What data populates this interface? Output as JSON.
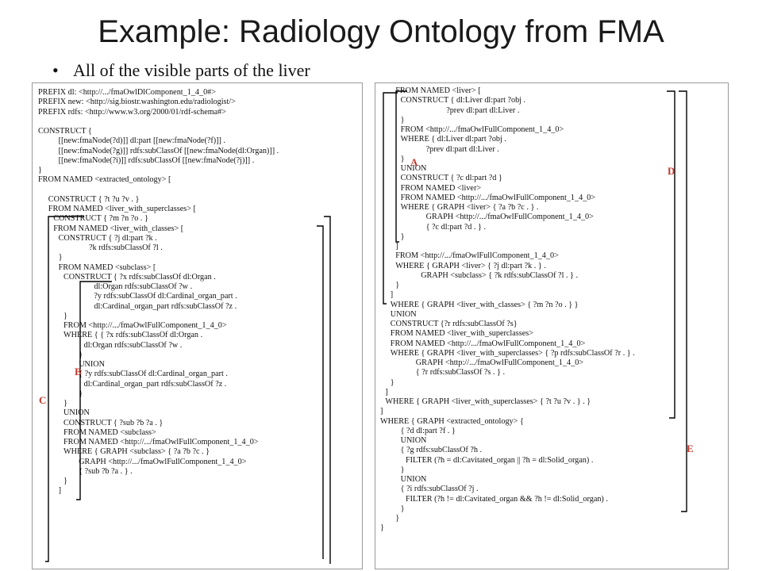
{
  "slide": {
    "title": "Example: Radiology Ontology from FMA",
    "bullet": "All of the visible parts of the liver"
  },
  "left_code": [
    {
      "indent": 0,
      "text": "PREFIX dl: <http://.../fmaOwlDlComponent_1_4_0#>"
    },
    {
      "indent": 0,
      "text": "PREFIX new: <http://sig.biostr.washington.edu/radiologist/>"
    },
    {
      "indent": 0,
      "text": "PREFIX rdfs: <http://www.w3.org/2000/01/rdf-schema#>"
    },
    {
      "indent": 0,
      "text": ""
    },
    {
      "indent": 0,
      "text": "CONSTRUCT {"
    },
    {
      "indent": 4,
      "text": "[[new:fmaNode(?d)]] dl:part [[new:fmaNode(?f)]] ."
    },
    {
      "indent": 4,
      "text": "[[new:fmaNode(?g)]] rdfs:subClassOf [[new:fmaNode(dl:Organ)]] ."
    },
    {
      "indent": 4,
      "text": "[[new:fmaNode(?i)]] rdfs:subClassOf [[new:fmaNode(?j)]] ."
    },
    {
      "indent": 0,
      "text": "}"
    },
    {
      "indent": 0,
      "text": "FROM NAMED <extracted_ontology> ["
    },
    {
      "indent": 0,
      "text": ""
    },
    {
      "indent": 2,
      "text": "CONSTRUCT { ?t ?u ?v . }"
    },
    {
      "indent": 2,
      "text": "FROM NAMED <liver_with_superclasses> ["
    },
    {
      "indent": 3,
      "text": "CONSTRUCT { ?m ?n ?o . }"
    },
    {
      "indent": 3,
      "text": "FROM NAMED <liver_with_classes> ["
    },
    {
      "indent": 4,
      "text": "CONSTRUCT { ?j dl:part ?k ."
    },
    {
      "indent": 10,
      "text": "?k rdfs:subClassOf ?l ."
    },
    {
      "indent": 4,
      "text": "}"
    },
    {
      "indent": 4,
      "text": "FROM NAMED <subclass> ["
    },
    {
      "indent": 5,
      "text": "CONSTRUCT { ?x rdfs:subClassOf dl:Organ ."
    },
    {
      "indent": 11,
      "text": "dl:Organ rdfs:subClassOf ?w ."
    },
    {
      "indent": 11,
      "text": "?y rdfs:subClassOf dl:Cardinal_organ_part ."
    },
    {
      "indent": 11,
      "text": "dl:Cardinal_organ_part rdfs:subClassOf ?z ."
    },
    {
      "indent": 5,
      "text": "}"
    },
    {
      "indent": 5,
      "text": "FROM <http://.../fmaOwlFullComponent_1_4_0>"
    },
    {
      "indent": 5,
      "text": "WHERE { { ?x rdfs:subClassOf dl:Organ ."
    },
    {
      "indent": 9,
      "text": "dl:Organ rdfs:subClassOf ?w ."
    },
    {
      "indent": 8,
      "text": "}"
    },
    {
      "indent": 8,
      "text": "UNION"
    },
    {
      "indent": 8,
      "text": "{ ?y rdfs:subClassOf dl:Cardinal_organ_part ."
    },
    {
      "indent": 9,
      "text": "dl:Cardinal_organ_part rdfs:subClassOf ?z ."
    },
    {
      "indent": 8,
      "text": "}"
    },
    {
      "indent": 5,
      "text": "}"
    },
    {
      "indent": 5,
      "text": "UNION"
    },
    {
      "indent": 5,
      "text": "CONSTRUCT { ?sub ?b ?a . }"
    },
    {
      "indent": 5,
      "text": "FROM NAMED <subclass>"
    },
    {
      "indent": 5,
      "text": "FROM NAMED <http://.../fmaOwlFullComponent_1_4_0>"
    },
    {
      "indent": 5,
      "text": "WHERE { GRAPH <subclass> { ?a ?b ?c . }"
    },
    {
      "indent": 8,
      "text": "GRAPH <http://.../fmaOwlFullComponent_1_4_0>"
    },
    {
      "indent": 8,
      "text": "{ ?sub ?b ?a . } ."
    },
    {
      "indent": 5,
      "text": "}"
    },
    {
      "indent": 4,
      "text": "]"
    }
  ],
  "right_code": [
    {
      "indent": 3,
      "text": "FROM NAMED <liver> ["
    },
    {
      "indent": 4,
      "text": "CONSTRUCT { dl:Liver dl:part ?obj ."
    },
    {
      "indent": 13,
      "text": "?prev dl:part dl:Liver ."
    },
    {
      "indent": 4,
      "text": "}"
    },
    {
      "indent": 4,
      "text": "FROM <http://.../fmaOwlFullComponent_1_4_0>"
    },
    {
      "indent": 4,
      "text": "WHERE { dl:Liver dl:part ?obj ."
    },
    {
      "indent": 9,
      "text": "?prev dl:part dl:Liver ."
    },
    {
      "indent": 4,
      "text": "}"
    },
    {
      "indent": 4,
      "text": "UNION"
    },
    {
      "indent": 4,
      "text": "CONSTRUCT { ?c dl:part ?d }"
    },
    {
      "indent": 4,
      "text": "FROM NAMED <liver>"
    },
    {
      "indent": 4,
      "text": "FROM NAMED <http://.../fmaOwlFullComponent_1_4_0>"
    },
    {
      "indent": 4,
      "text": "WHERE { GRAPH <liver> { ?a ?b ?c . } ."
    },
    {
      "indent": 9,
      "text": "GRAPH <http://.../fmaOwlFullComponent_1_4_0>"
    },
    {
      "indent": 9,
      "text": "{ ?c dl:part ?d . } ."
    },
    {
      "indent": 4,
      "text": "}"
    },
    {
      "indent": 3,
      "text": "]"
    },
    {
      "indent": 3,
      "text": "FROM <http://.../fmaOwlFullComponent_1_4_0>"
    },
    {
      "indent": 3,
      "text": "WHERE { GRAPH <liver> { ?j dl:part ?k . } ."
    },
    {
      "indent": 8,
      "text": "GRAPH <subclass> { ?k rdfs:subClassOf ?l . } ."
    },
    {
      "indent": 3,
      "text": "}"
    },
    {
      "indent": 2,
      "text": "]"
    },
    {
      "indent": 2,
      "text": "WHERE { GRAPH <liver_with_classes> { ?m ?n ?o . } }"
    },
    {
      "indent": 2,
      "text": "UNION"
    },
    {
      "indent": 2,
      "text": "CONSTRUCT {?r rdfs:subClassOf ?s}"
    },
    {
      "indent": 2,
      "text": "FROM NAMED <liver_with_superclasses>"
    },
    {
      "indent": 2,
      "text": "FROM NAMED <http://.../fmaOwlFullComponent_1_4_0>"
    },
    {
      "indent": 2,
      "text": "WHERE { GRAPH <liver_with_superclasses> { ?p rdfs:subClassOf ?r . } ."
    },
    {
      "indent": 7,
      "text": "GRAPH <http://.../fmaOwlFullComponent_1_4_0>"
    },
    {
      "indent": 7,
      "text": "{ ?r rdfs:subClassOf ?s . } ."
    },
    {
      "indent": 2,
      "text": "}"
    },
    {
      "indent": 1,
      "text": "]"
    },
    {
      "indent": 1,
      "text": "WHERE { GRAPH <liver_with_superclasses> { ?t ?u ?v . } . }"
    },
    {
      "indent": 0,
      "text": "]"
    },
    {
      "indent": 0,
      "text": "WHERE { GRAPH <extracted_ontology> {"
    },
    {
      "indent": 4,
      "text": "{ ?d dl:part ?f . }"
    },
    {
      "indent": 4,
      "text": "UNION"
    },
    {
      "indent": 4,
      "text": "{ ?g rdfs:subClassOf ?h ."
    },
    {
      "indent": 5,
      "text": "FILTER (?h = dl:Cavitated_organ || ?h = dl:Solid_organ) ."
    },
    {
      "indent": 4,
      "text": "}"
    },
    {
      "indent": 4,
      "text": "UNION"
    },
    {
      "indent": 4,
      "text": "{ ?i rdfs:subClassOf ?j ."
    },
    {
      "indent": 5,
      "text": "FILTER (?h != dl:Cavitated_organ && ?h != dl:Solid_organ) ."
    },
    {
      "indent": 4,
      "text": "}"
    },
    {
      "indent": 3,
      "text": "}"
    },
    {
      "indent": 0,
      "text": "}"
    }
  ],
  "labels": {
    "A": "A",
    "B": "B",
    "C": "C",
    "D": "D",
    "E": "E"
  },
  "colors": {
    "label": "#c0392b",
    "border": "#9a9a9a"
  }
}
